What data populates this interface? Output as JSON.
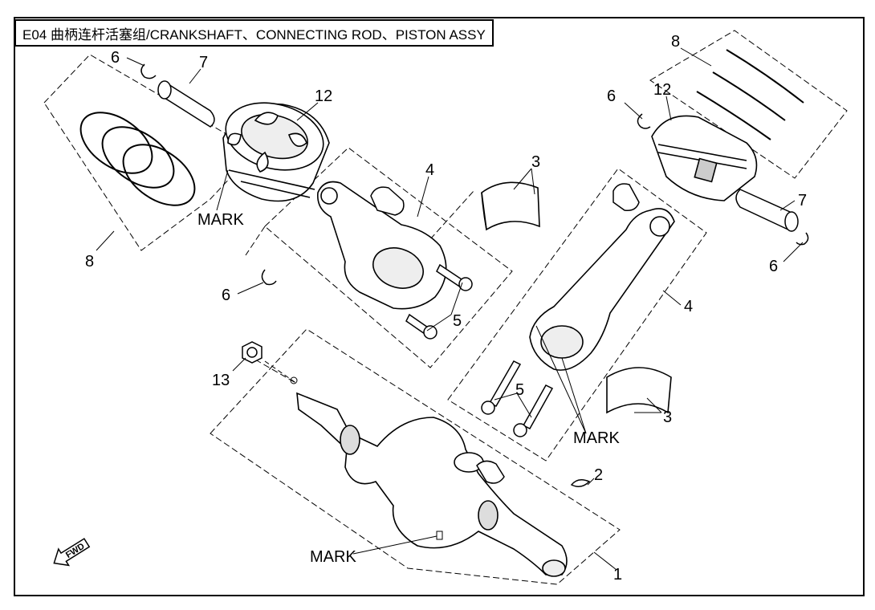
{
  "title": "E04 曲柄连杆活塞组/CRANKSHAFT、CONNECTING ROD、PISTON ASSY",
  "fwd_label": "FWD",
  "mark_label": "MARK",
  "callouts": {
    "c1": "1",
    "c2": "2",
    "c3a": "3",
    "c3b": "3",
    "c4a": "4",
    "c4b": "4",
    "c5a": "5",
    "c5b": "5",
    "c6a": "6",
    "c6b": "6",
    "c6c": "6",
    "c6d": "6",
    "c7a": "7",
    "c7b": "7",
    "c8a": "8",
    "c8b": "8",
    "c12a": "12",
    "c12b": "12",
    "c13": "13"
  },
  "colors": {
    "line": "#000000",
    "background": "#ffffff"
  }
}
